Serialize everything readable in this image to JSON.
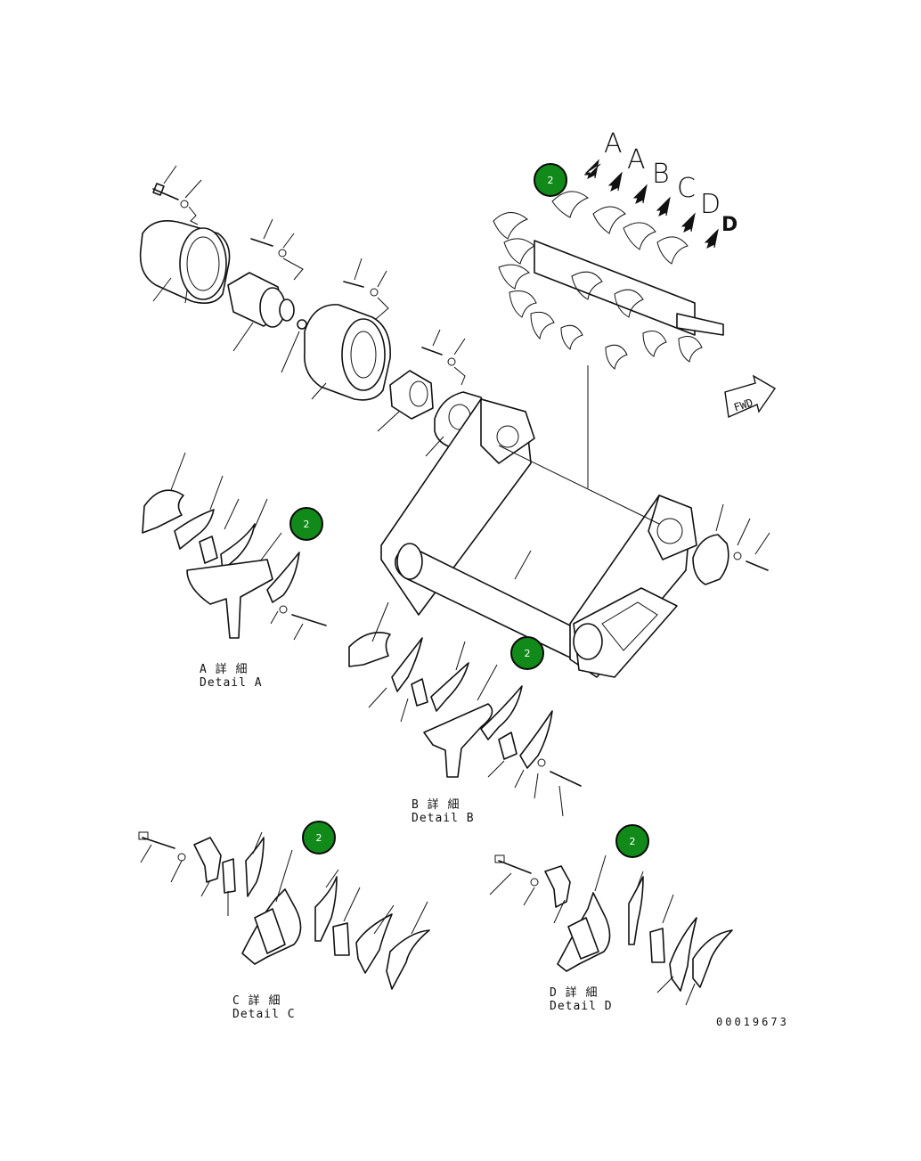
{
  "callout_label": "2",
  "view_markers": [
    "A",
    "A",
    "B",
    "C",
    "D",
    "D"
  ],
  "fwd_label": "FWD",
  "details": {
    "a": {
      "jp": "A 詳 細",
      "en": "Detail A"
    },
    "b": {
      "jp": "B 詳 細",
      "en": "Detail B"
    },
    "c": {
      "jp": "C 詳 細",
      "en": "Detail C"
    },
    "d": {
      "jp": "D 詳 細",
      "en": "Detail D"
    }
  },
  "drawing_number": "00019673",
  "colors": {
    "callout_fill": "#118a1a",
    "line": "#111111"
  },
  "icons": [
    "view-arrow-icon",
    "fwd-arrow-icon"
  ]
}
